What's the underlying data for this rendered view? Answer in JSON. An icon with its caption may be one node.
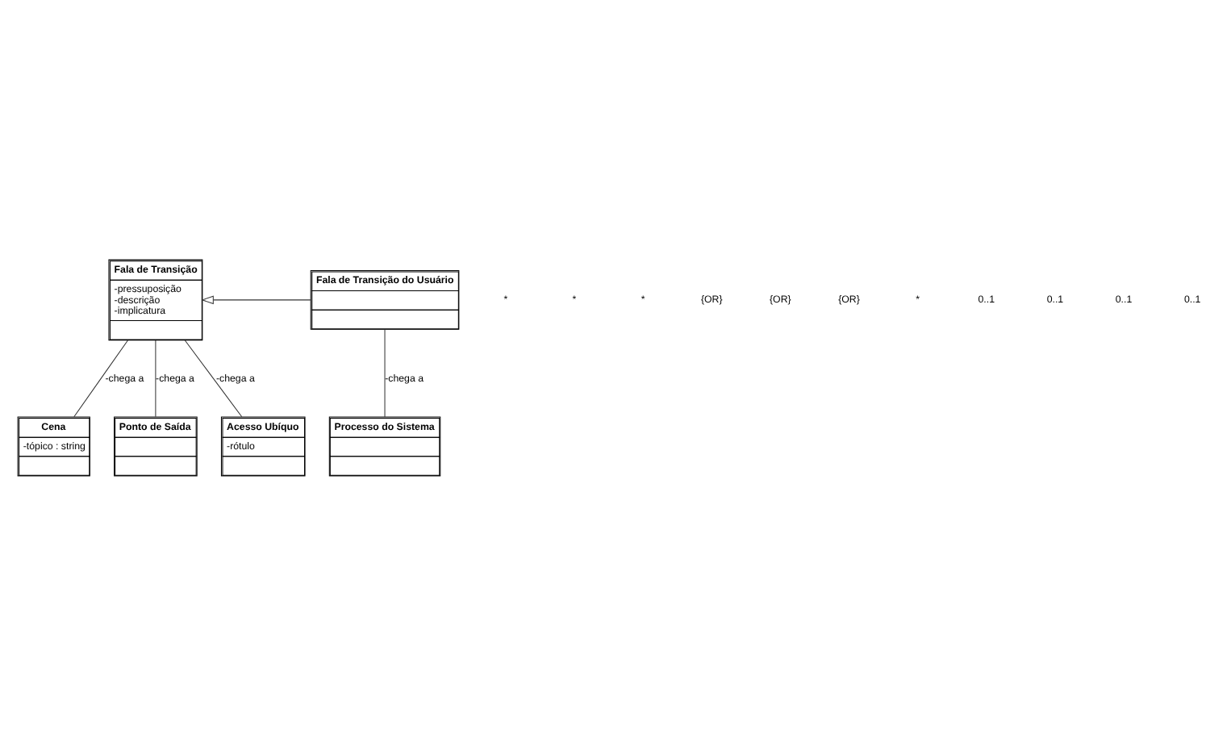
{
  "diagram": {
    "nodes": [
      {
        "text": [
          "Fala de Transição",
          "-pressuposição",
          "-descrição",
          "-implicatura"
        ]
      },
      {
        "text": [
          "Fala de Transição do Usuário"
        ]
      },
      {
        "text": [
          "Cena",
          "-tópico : string"
        ]
      },
      {
        "text": [
          "Ponto de Saída"
        ]
      },
      {
        "text": [
          "Acesso Ubíquo",
          "-rótulo"
        ]
      },
      {
        "text": [
          "Processo do Sistema"
        ]
      }
    ],
    "edges": [
      {
        "from": 1,
        "to": 0,
        "arrow": "to"
      },
      {
        "from": 0,
        "to": 2,
        "arrow": "none",
        "label": "-chega a"
      },
      {
        "from": 0,
        "to": 3,
        "arrow": "none",
        "label": "-chega a"
      },
      {
        "from": 0,
        "to": 4,
        "arrow": "none",
        "label": "-chega a"
      },
      {
        "from": 1,
        "to": 5,
        "arrow": "none",
        "label": "-chega a"
      }
    ],
    "labels": [
      "*",
      "*",
      "*",
      "{OR}",
      "{OR}",
      "{OR}",
      "*",
      "0..1",
      "0..1",
      "0..1",
      "0..1"
    ]
  }
}
